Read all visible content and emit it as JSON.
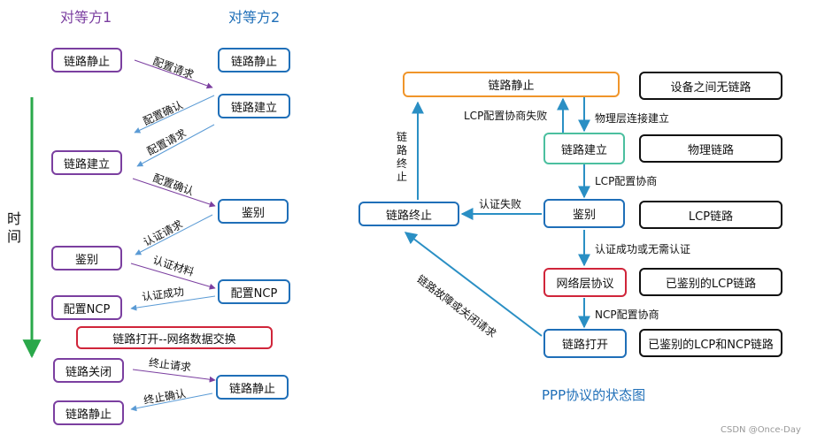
{
  "left": {
    "party1": "对等方1",
    "party2": "对等方2",
    "time": "时间",
    "colors": {
      "party1": "#7b3fa0",
      "party2": "#1f6fb8",
      "time_arrow": "#2aa84a"
    },
    "boxes": {
      "l1": "链路静止",
      "r1": "链路静止",
      "r2": "链路建立",
      "l2": "链路建立",
      "r3": "鉴别",
      "l3": "鉴别",
      "r4": "配置NCP",
      "l4": "配置NCP",
      "banner": "链路打开--网络数据交换",
      "l5": "链路关闭",
      "r5": "链路静止",
      "l6": "链路静止"
    },
    "msgs": {
      "m1": "配置请求",
      "m2": "配置确认",
      "m3": "配置请求",
      "m4": "配置确认",
      "m5": "认证请求",
      "m6": "认证材料",
      "m7": "认证成功",
      "m8": "终止请求",
      "m9": "终止确认"
    }
  },
  "right": {
    "states": {
      "s_static": "链路静止",
      "s_estab": "链路建立",
      "s_auth": "鉴别",
      "s_net": "网络层协议",
      "s_open": "链路打开",
      "s_term": "链路终止"
    },
    "descs": {
      "d1": "设备之间无链路",
      "d2": "物理链路",
      "d3": "LCP链路",
      "d4": "已鉴别的LCP链路",
      "d5": "已鉴别的LCP和NCP链路"
    },
    "labels": {
      "lcp_fail": "LCP配置协商失败",
      "phys_up": "物理层连接建立",
      "lcp_neg": "LCP配置协商",
      "auth_fail": "认证失败",
      "auth_ok": "认证成功或无需认证",
      "ncp_neg": "NCP配置协商",
      "term_vert": "链路终止",
      "fault": "链路故障或关闭请求"
    },
    "title": "PPP协议的状态图"
  },
  "watermark": "CSDN @Once-Day"
}
